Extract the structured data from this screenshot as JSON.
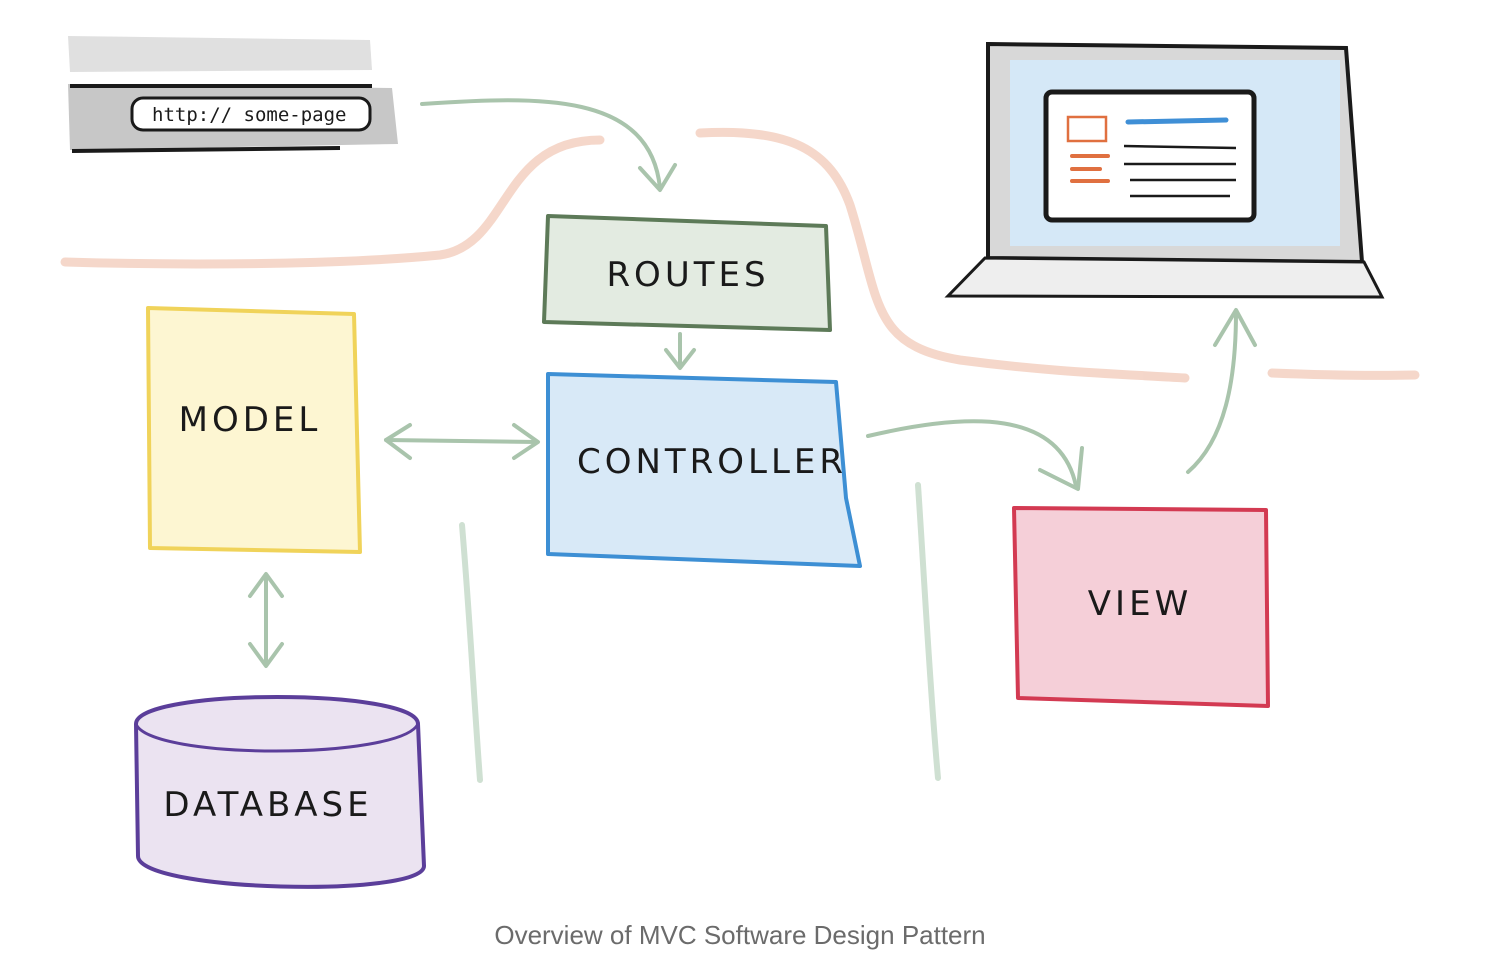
{
  "browser": {
    "url": "http:// some-page"
  },
  "nodes": {
    "routes": "ROUTES",
    "controller": "CONTROLLER",
    "model": "MODEL",
    "view": "VIEW",
    "database": "DATABASE"
  },
  "caption": "Overview of MVC Software Design Pattern",
  "colors": {
    "routes_fill": "#e3ebe1",
    "routes_stroke": "#5d7a58",
    "controller_fill": "#d8e9f7",
    "controller_stroke": "#3d8fd4",
    "model_fill": "#fdf6d2",
    "model_stroke": "#f0d35a",
    "view_fill": "#f5cfd8",
    "view_stroke": "#d33a52",
    "database_fill": "#ebe3f1",
    "database_stroke": "#5b3e9a",
    "arrow": "#a9c4ac",
    "wave": "#f1c9b8"
  }
}
